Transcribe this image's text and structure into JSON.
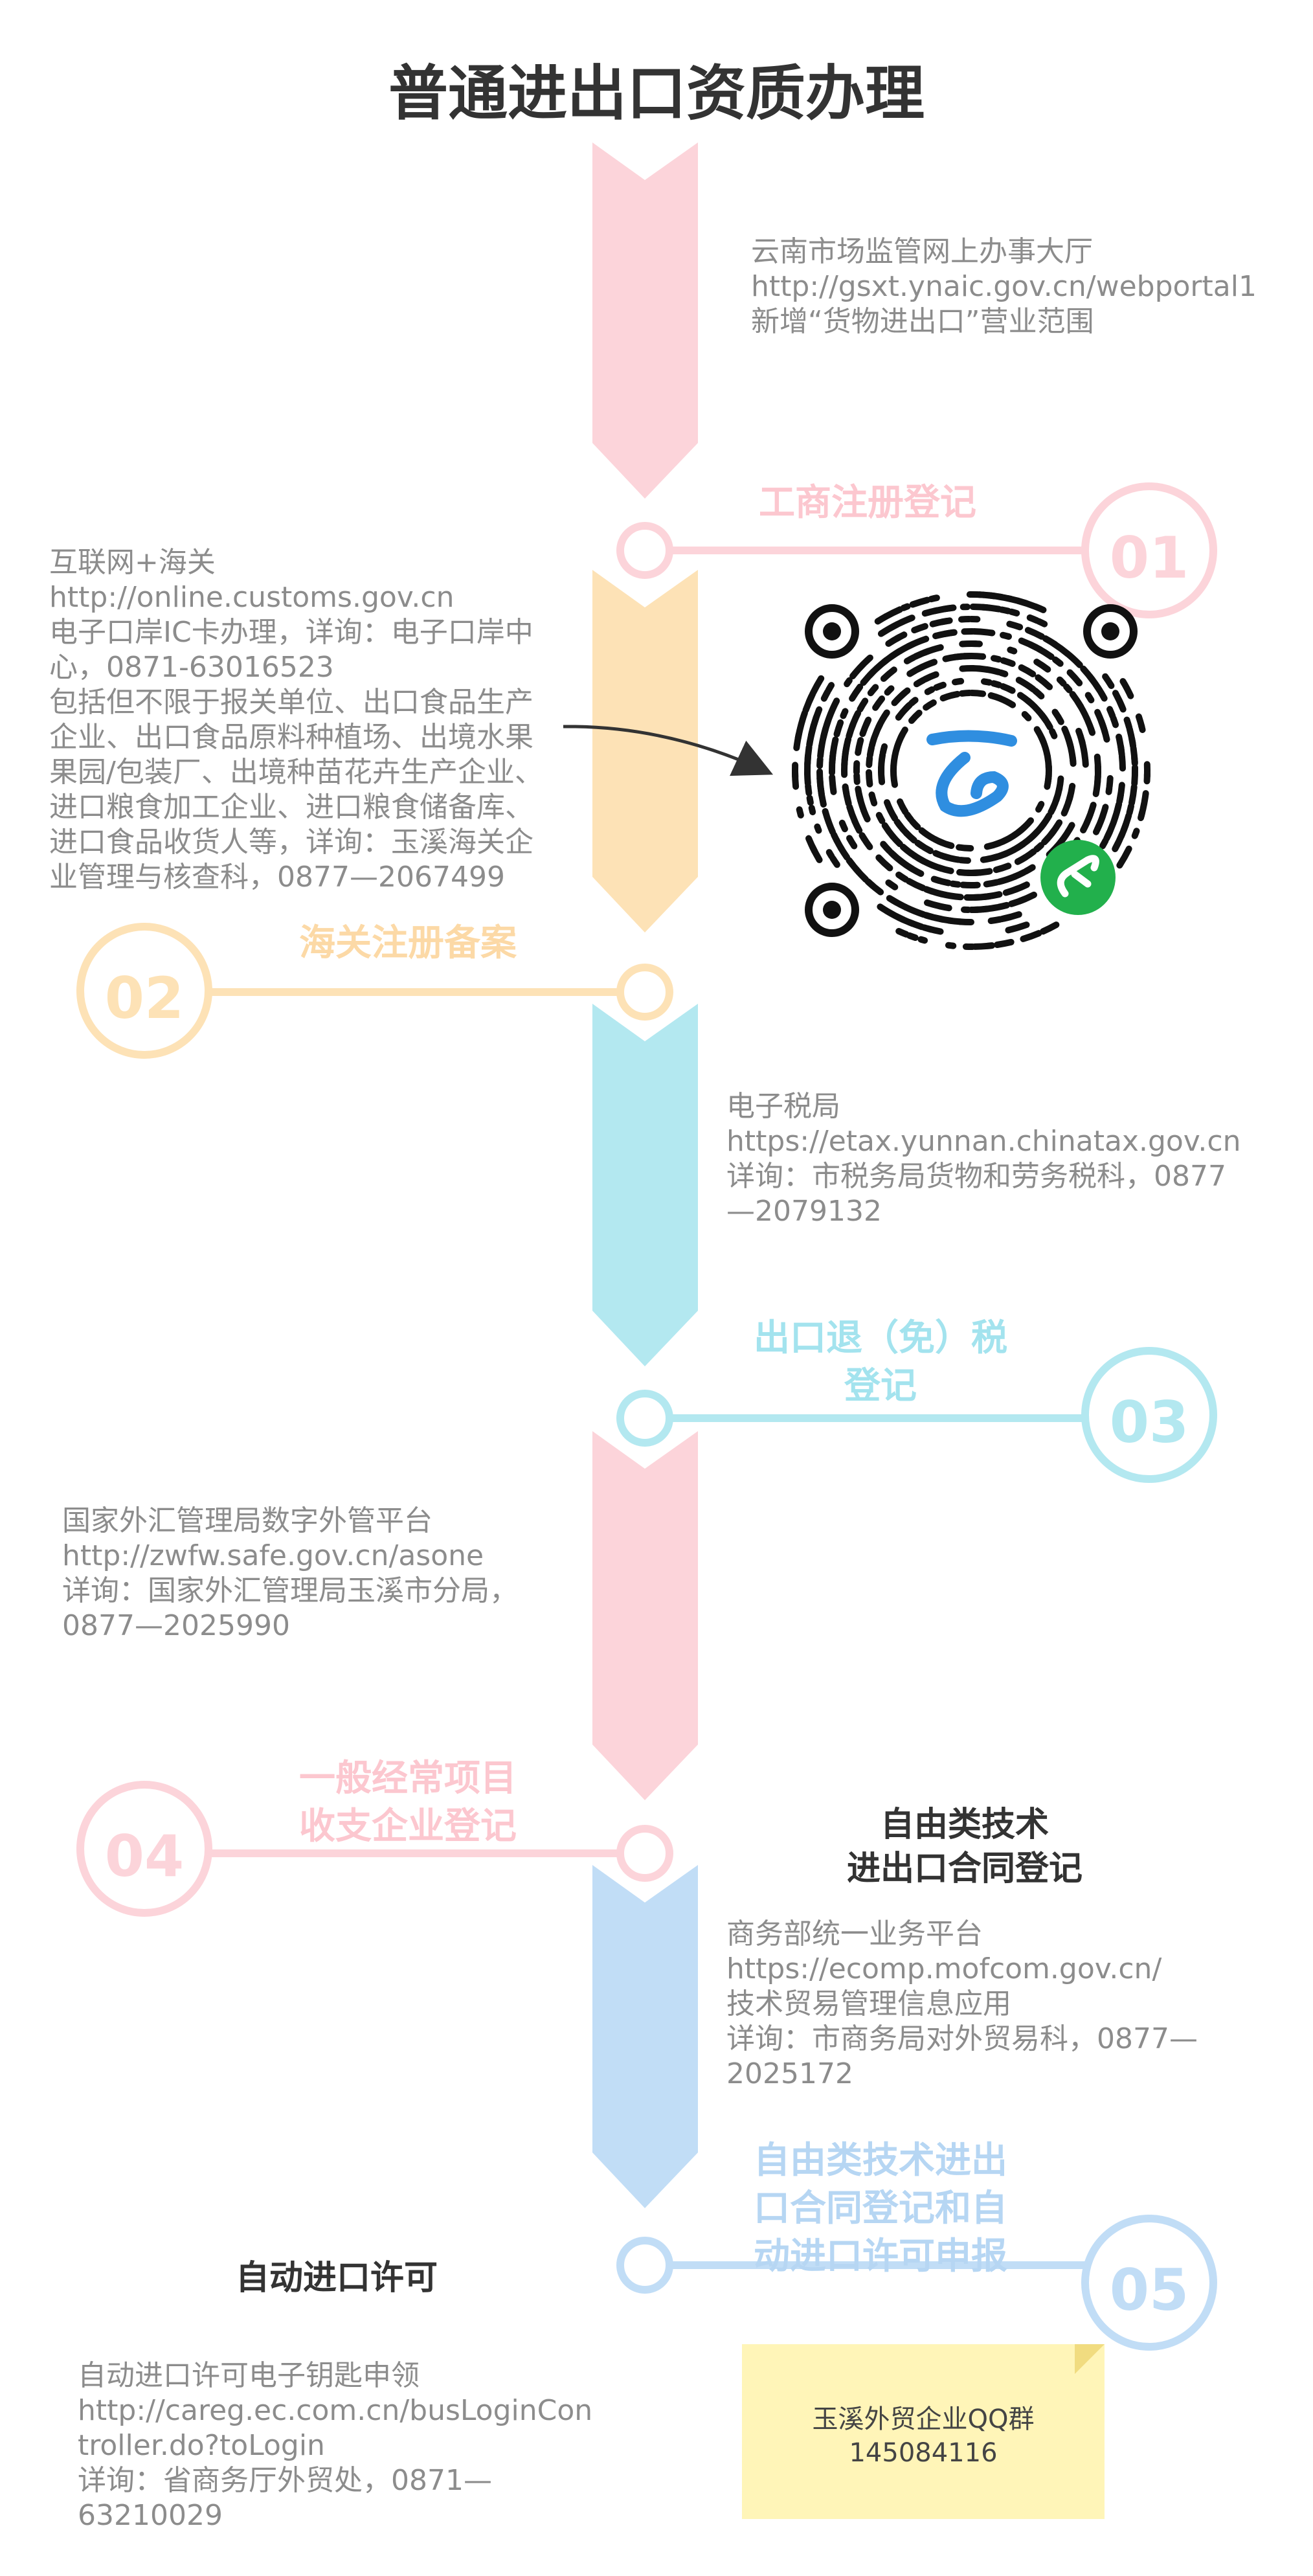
{
  "title": "普通进出口资质办理",
  "stages": [
    {
      "num": "01",
      "label": "工商注册登记",
      "color": "#fcd4da"
    },
    {
      "num": "02",
      "label": "海关注册备案",
      "color": "#fde2b6"
    },
    {
      "num": "03",
      "label": "出口退（免）税\n登记",
      "color": "#b3e8f0"
    },
    {
      "num": "04",
      "label": "一般经常项目\n收支企业登记",
      "color": "#fcd4da"
    },
    {
      "num": "05",
      "label": "自由类技术进出\n口合同登记和自\n动进口许可申报",
      "color": "#c1ddf6"
    }
  ],
  "info": {
    "s1": "云南市场监管网上办事大厅\nhttp://gsxt.ynaic.gov.cn/webportal1\n新增“货物进出口”营业范围",
    "s2": "互联网+海关\nhttp://online.customs.gov.cn\n电子口岸IC卡办理，详询：电子口岸中\n心，0871-63016523\n包括但不限于报关单位、出口食品生产\n企业、出口食品原料种植场、出境水果\n果园/包装厂、出境种苗花卉生产企业、\n进口粮食加工企业、进口粮食储备库、\n进口食品收货人等，详询：玉溪海关企\n业管理与核查科，0877—2067499",
    "s3": "电子税局\nhttps://etax.yunnan.chinatax.gov.cn\n详询：市税务局货物和劳务税科，0877\n—2079132",
    "s4": "国家外汇管理局数字外管平台\nhttp://zwfw.safe.gov.cn/asone\n详询：国家外汇管理局玉溪市分局，\n0877—2025990",
    "s5a_title": "自由类技术\n进出口合同登记",
    "s5a": "商务部统一业务平台\nhttps://ecomp.mofcom.gov.cn/\n技术贸易管理信息应用\n详询：市商务局对外贸易科，0877—\n2025172",
    "s5b_title": "自动进口许可",
    "s5b": "自动进口许可电子钥匙申领\nhttp://careg.ec.com.cn/busLoginCon\ntroller.do?toLogin\n详询：省商务厅外贸处，0871—\n63210029"
  },
  "note": "玉溪外贸企业QQ群\n145084116",
  "qr": {
    "icon": "wechat-mini-program-qr-code",
    "center_color": "#2f8ee0",
    "badge_color": "#22b04c"
  }
}
